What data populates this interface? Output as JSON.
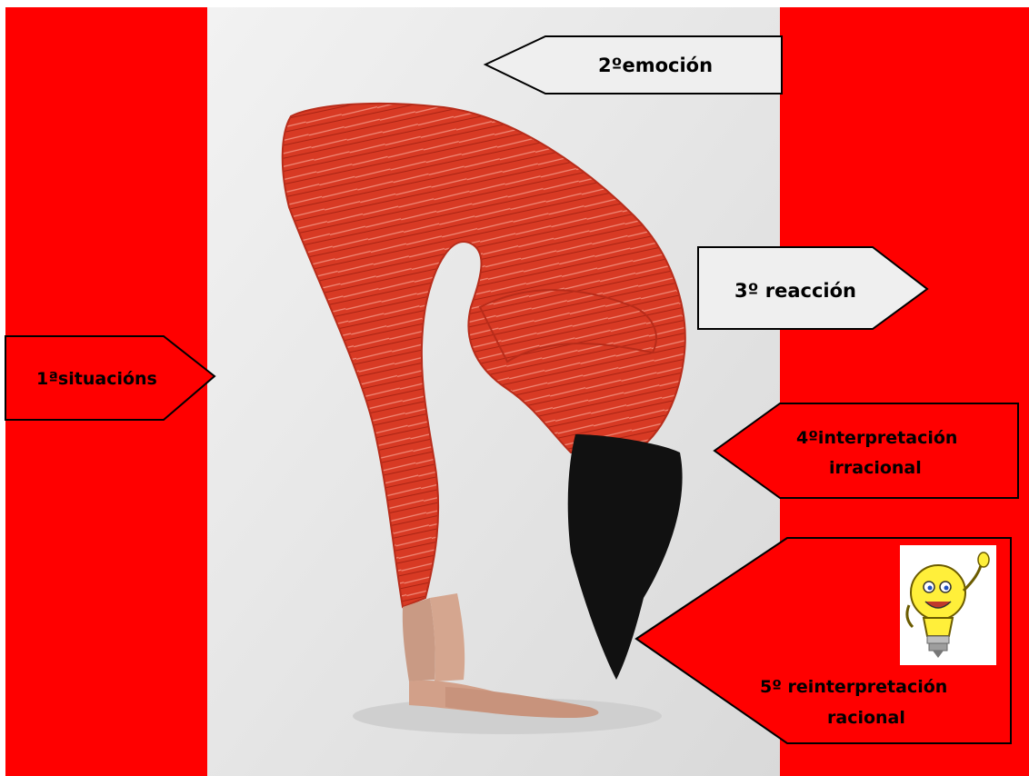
{
  "callouts": {
    "c1": "1ªsituacións",
    "c2": "2ºemoción",
    "c3": "3º reacción",
    "c4_line1": "4ºinterpretación",
    "c4_line2": "irracional",
    "c5_line1": "5º reinterpretación",
    "c5_line2": "racional"
  },
  "colors": {
    "background_band": "#ff0000",
    "garment": "#d83a24",
    "callout_fill": "#efefef"
  },
  "icons": [
    "lightbulb-icon"
  ]
}
